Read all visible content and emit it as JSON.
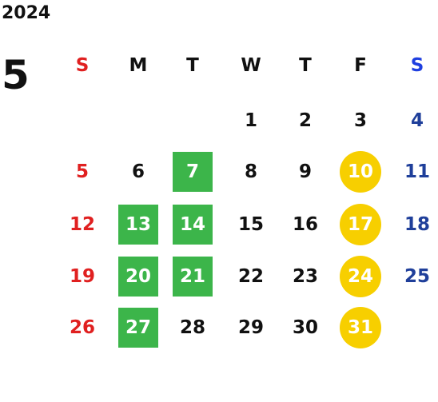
{
  "calendar": {
    "year": "2024",
    "month": "5",
    "colors": {
      "sunday": "#e02020",
      "saturday_header": "#1f3fe0",
      "saturday_date": "#1f3f9a",
      "weekday": "#111111",
      "green_highlight": "#3cb54a",
      "gold_highlight": "#f7cf00"
    },
    "weekdays": [
      "S",
      "M",
      "T",
      "W",
      "T",
      "F",
      "S"
    ],
    "weeks": [
      [
        {
          "day": "",
          "type": "sun"
        },
        {
          "day": "",
          "type": "normal"
        },
        {
          "day": "",
          "type": "normal"
        },
        {
          "day": "1",
          "type": "normal"
        },
        {
          "day": "2",
          "type": "normal"
        },
        {
          "day": "3",
          "type": "normal"
        },
        {
          "day": "4",
          "type": "sat"
        }
      ],
      [
        {
          "day": "5",
          "type": "sun"
        },
        {
          "day": "6",
          "type": "normal"
        },
        {
          "day": "7",
          "type": "normal",
          "highlight": "green"
        },
        {
          "day": "8",
          "type": "normal"
        },
        {
          "day": "9",
          "type": "normal"
        },
        {
          "day": "10",
          "type": "normal",
          "highlight": "gold"
        },
        {
          "day": "11",
          "type": "sat"
        }
      ],
      [
        {
          "day": "12",
          "type": "sun"
        },
        {
          "day": "13",
          "type": "normal",
          "highlight": "green"
        },
        {
          "day": "14",
          "type": "normal",
          "highlight": "green"
        },
        {
          "day": "15",
          "type": "normal"
        },
        {
          "day": "16",
          "type": "normal"
        },
        {
          "day": "17",
          "type": "normal",
          "highlight": "gold"
        },
        {
          "day": "18",
          "type": "sat"
        }
      ],
      [
        {
          "day": "19",
          "type": "sun"
        },
        {
          "day": "20",
          "type": "normal",
          "highlight": "green"
        },
        {
          "day": "21",
          "type": "normal",
          "highlight": "green"
        },
        {
          "day": "22",
          "type": "normal"
        },
        {
          "day": "23",
          "type": "normal"
        },
        {
          "day": "24",
          "type": "normal",
          "highlight": "gold"
        },
        {
          "day": "25",
          "type": "sat"
        }
      ],
      [
        {
          "day": "26",
          "type": "sun"
        },
        {
          "day": "27",
          "type": "normal",
          "highlight": "green"
        },
        {
          "day": "28",
          "type": "normal"
        },
        {
          "day": "29",
          "type": "normal"
        },
        {
          "day": "30",
          "type": "normal"
        },
        {
          "day": "31",
          "type": "normal",
          "highlight": "gold"
        },
        {
          "day": "",
          "type": "sat"
        }
      ]
    ]
  }
}
